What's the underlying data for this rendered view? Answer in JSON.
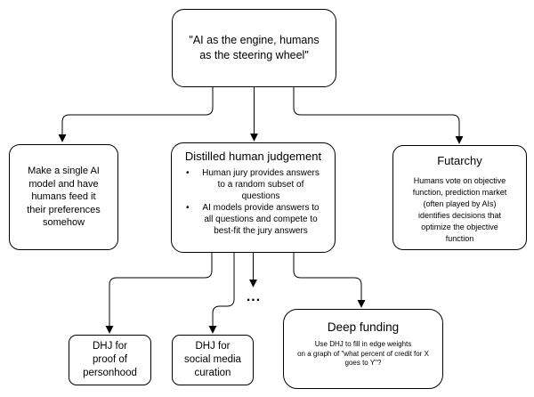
{
  "diagram": {
    "background_color": "#ffffff",
    "stroke_color": "#000000",
    "text_color": "#000000",
    "bullet_char": "•",
    "ellipsis": "...",
    "nodes": {
      "root": {
        "label": "\"AI as the engine, humans\nas the steering wheel\""
      },
      "single_model": {
        "label": "Make a single AI\nmodel and have\nhumans feed it\ntheir preferences\nsomehow"
      },
      "distilled": {
        "title": "Distilled human judgement",
        "bullets": [
          "Human jury provides answers\nto a random subset of\nquestions",
          "AI models provide answers to\nall questions and compete to\nbest-fit the jury answers"
        ]
      },
      "futarchy": {
        "title": "Futarchy",
        "body": "Humans vote on objective\nfunction, prediction market\n(often played by AIs)\nidentifies decisions that\noptimize the objective\nfunction"
      },
      "dhj_proof": {
        "label": "DHJ for\nproof of\npersonhood"
      },
      "dhj_social": {
        "label": "DHJ for\nsocial media\ncuration"
      },
      "deep_funding": {
        "title": "Deep funding",
        "body": "Use DHJ to fill in edge weights\non a graph of \"what percent of credit for X\ngoes to Y\"?"
      }
    },
    "edges": [
      {
        "from": "root",
        "to": "single_model"
      },
      {
        "from": "root",
        "to": "distilled"
      },
      {
        "from": "root",
        "to": "futarchy"
      },
      {
        "from": "distilled",
        "to": "dhj_proof"
      },
      {
        "from": "distilled",
        "to": "dhj_social"
      },
      {
        "from": "distilled",
        "to": "ellipsis"
      },
      {
        "from": "distilled",
        "to": "deep_funding"
      }
    ]
  }
}
